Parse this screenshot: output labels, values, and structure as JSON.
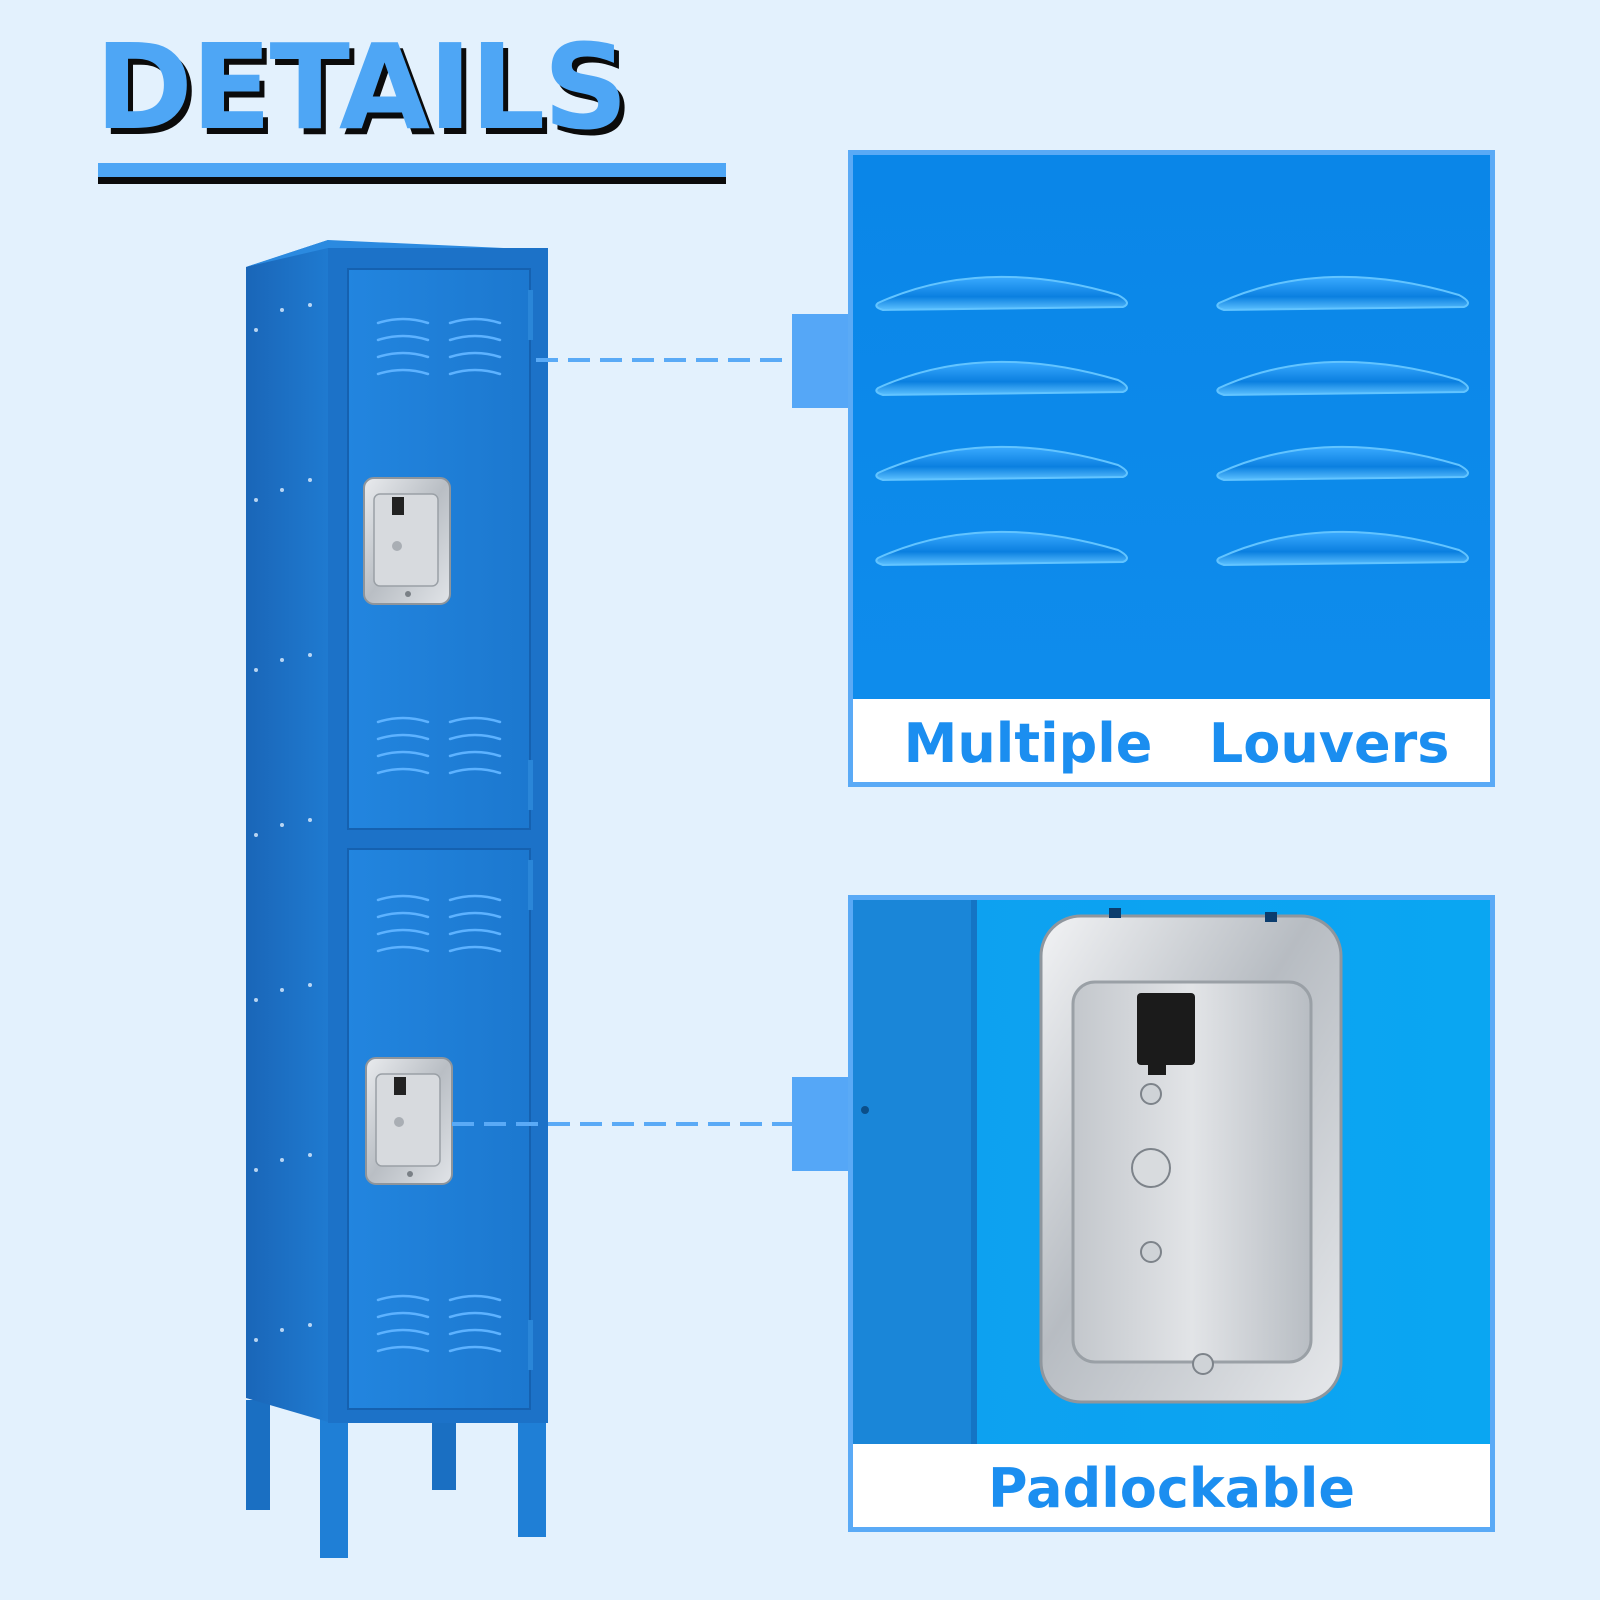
{
  "header": {
    "title": "DETAILS"
  },
  "panels": [
    {
      "id": "louvers",
      "caption": "Multiple   Louvers"
    },
    {
      "id": "padlock",
      "caption": "Padlockable"
    }
  ],
  "colors": {
    "background": "#e3f1fd",
    "accent": "#4ea6f5",
    "locker_blue": "#1f7fd6",
    "caption_text": "#1b8ef0",
    "steel": "#c9cdd2"
  }
}
